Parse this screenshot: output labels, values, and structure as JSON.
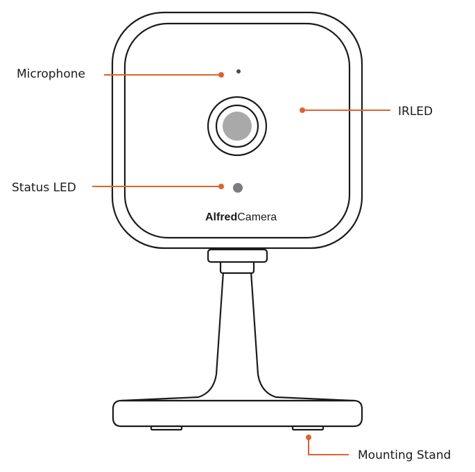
{
  "brand": {
    "name_bold": "Alfred",
    "name_light": "Camera"
  },
  "callouts": {
    "microphone": "Microphone",
    "irled": "IRLED",
    "status_led": "Status LED",
    "mounting_stand": "Mounting Stand"
  },
  "colors": {
    "leader": "#e0612e",
    "outline": "#1a1a1a",
    "lens_center": "#a9a9a9",
    "status_led": "#7d7d7d"
  }
}
